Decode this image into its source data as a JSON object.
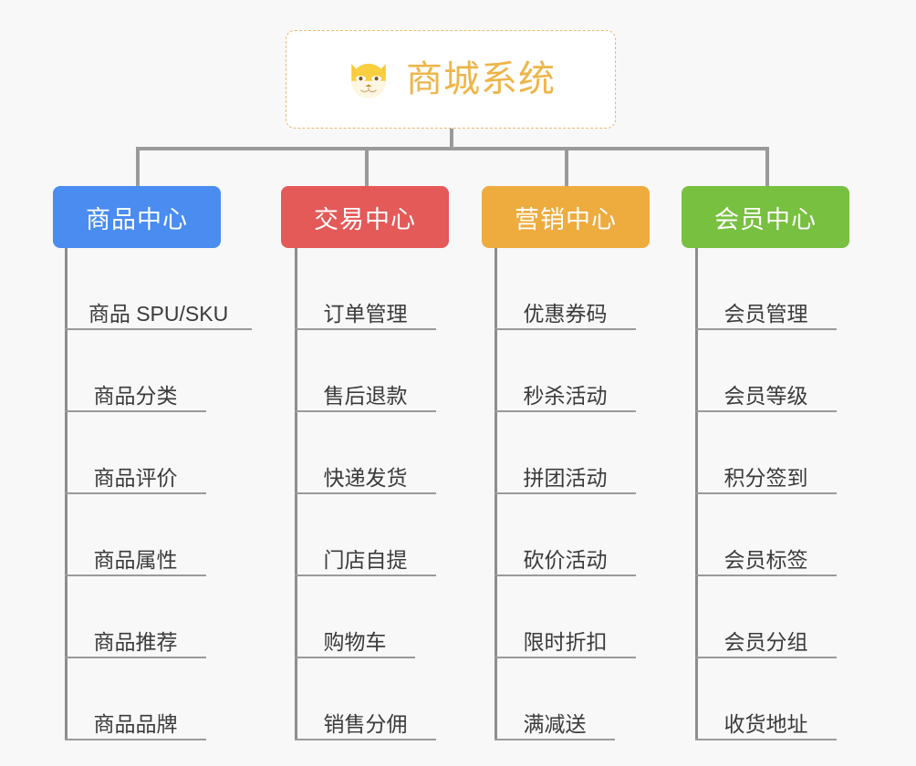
{
  "background_color": "#f8f8f8",
  "root": {
    "title": "商城系统",
    "icon": "shiba-dog-face-icon",
    "text_color": "#edb54a",
    "border_color": "#e8b96a",
    "fill_color": "#ffffff"
  },
  "connector_color": "#9a9a9a",
  "categories": [
    {
      "label": "商品中心",
      "color": "#4a8cf0",
      "items": [
        "商品 SPU/SKU",
        "商品分类",
        "商品评价",
        "商品属性",
        "商品推荐",
        "商品品牌"
      ]
    },
    {
      "label": "交易中心",
      "color": "#e35a58",
      "items": [
        "订单管理",
        "售后退款",
        "快递发货",
        "门店自提",
        "购物车",
        "销售分佣"
      ]
    },
    {
      "label": "营销中心",
      "color": "#eeab3e",
      "items": [
        "优惠券码",
        "秒杀活动",
        "拼团活动",
        "砍价活动",
        "限时折扣",
        "满减送"
      ]
    },
    {
      "label": "会员中心",
      "color": "#78c040",
      "items": [
        "会员管理",
        "会员等级",
        "积分签到",
        "会员标签",
        "会员分组",
        "收货地址"
      ]
    }
  ]
}
